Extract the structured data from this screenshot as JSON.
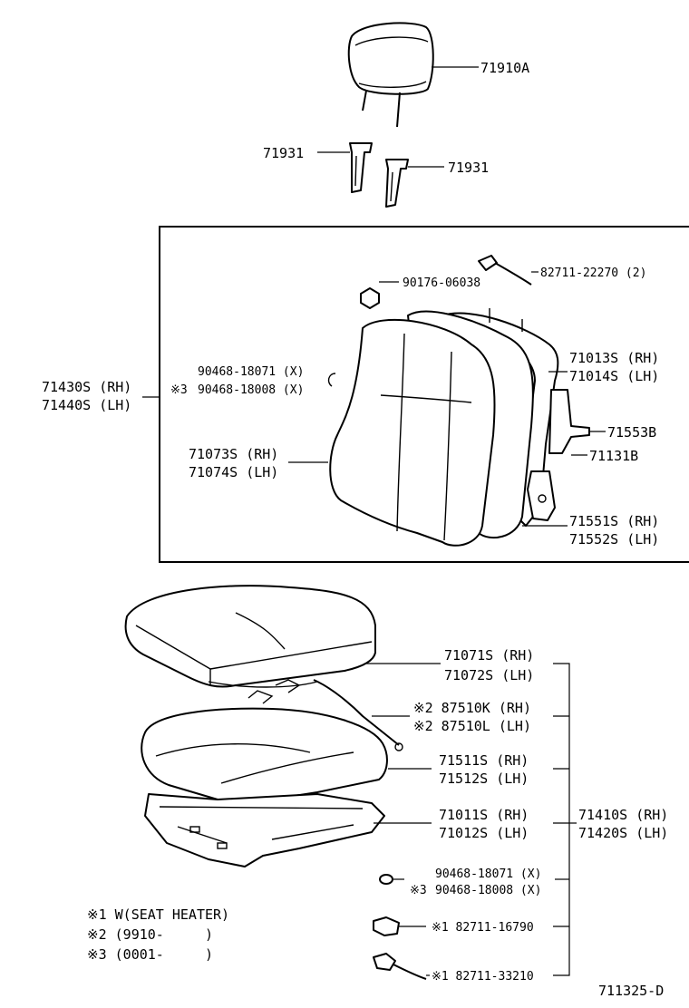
{
  "diagram_id": "711325-D",
  "labels": {
    "headrest": "71910A",
    "support_left": "71931",
    "support_right": "71931",
    "wire_top": "82711-22270 (2)",
    "nut": "90176-06038",
    "hook_a": "90468-18071 (X)",
    "hook_b_mark": "※3",
    "hook_b": "90468-18008 (X)",
    "back_frame_rh": "71013S (RH)",
    "back_frame_lh": "71014S (LH)",
    "seatback_assy_rh": "71430S (RH)",
    "seatback_assy_lh": "71440S (LH)",
    "hinge_cover": "71553B",
    "bracket": "71131B",
    "back_cover_rh": "71073S (RH)",
    "back_cover_lh": "71074S (LH)",
    "recliner_rh": "71551S (RH)",
    "recliner_lh": "71552S (LH)",
    "cushion_cover_rh": "71071S (RH)",
    "cushion_cover_lh": "71072S (LH)",
    "heater_rh": "※2 87510K (RH)",
    "heater_lh": "※2 87510L (LH)",
    "cushion_pad_rh": "71511S (RH)",
    "cushion_pad_lh": "71512S (LH)",
    "cushion_frame_rh": "71011S (RH)",
    "cushion_frame_lh": "71012S (LH)",
    "cushion_assy_rh": "71410S (RH)",
    "cushion_assy_lh": "71420S (LH)",
    "hook_c": "90468-18071 (X)",
    "hook_d_mark": "※3",
    "hook_d": "90468-18008 (X)",
    "wire_1": "※1 82711-16790",
    "wire_2": "※1 82711-33210"
  },
  "notes": [
    "※1 W(SEAT HEATER)",
    "※2 (9910-     )",
    "※3 (0001-     )"
  ]
}
